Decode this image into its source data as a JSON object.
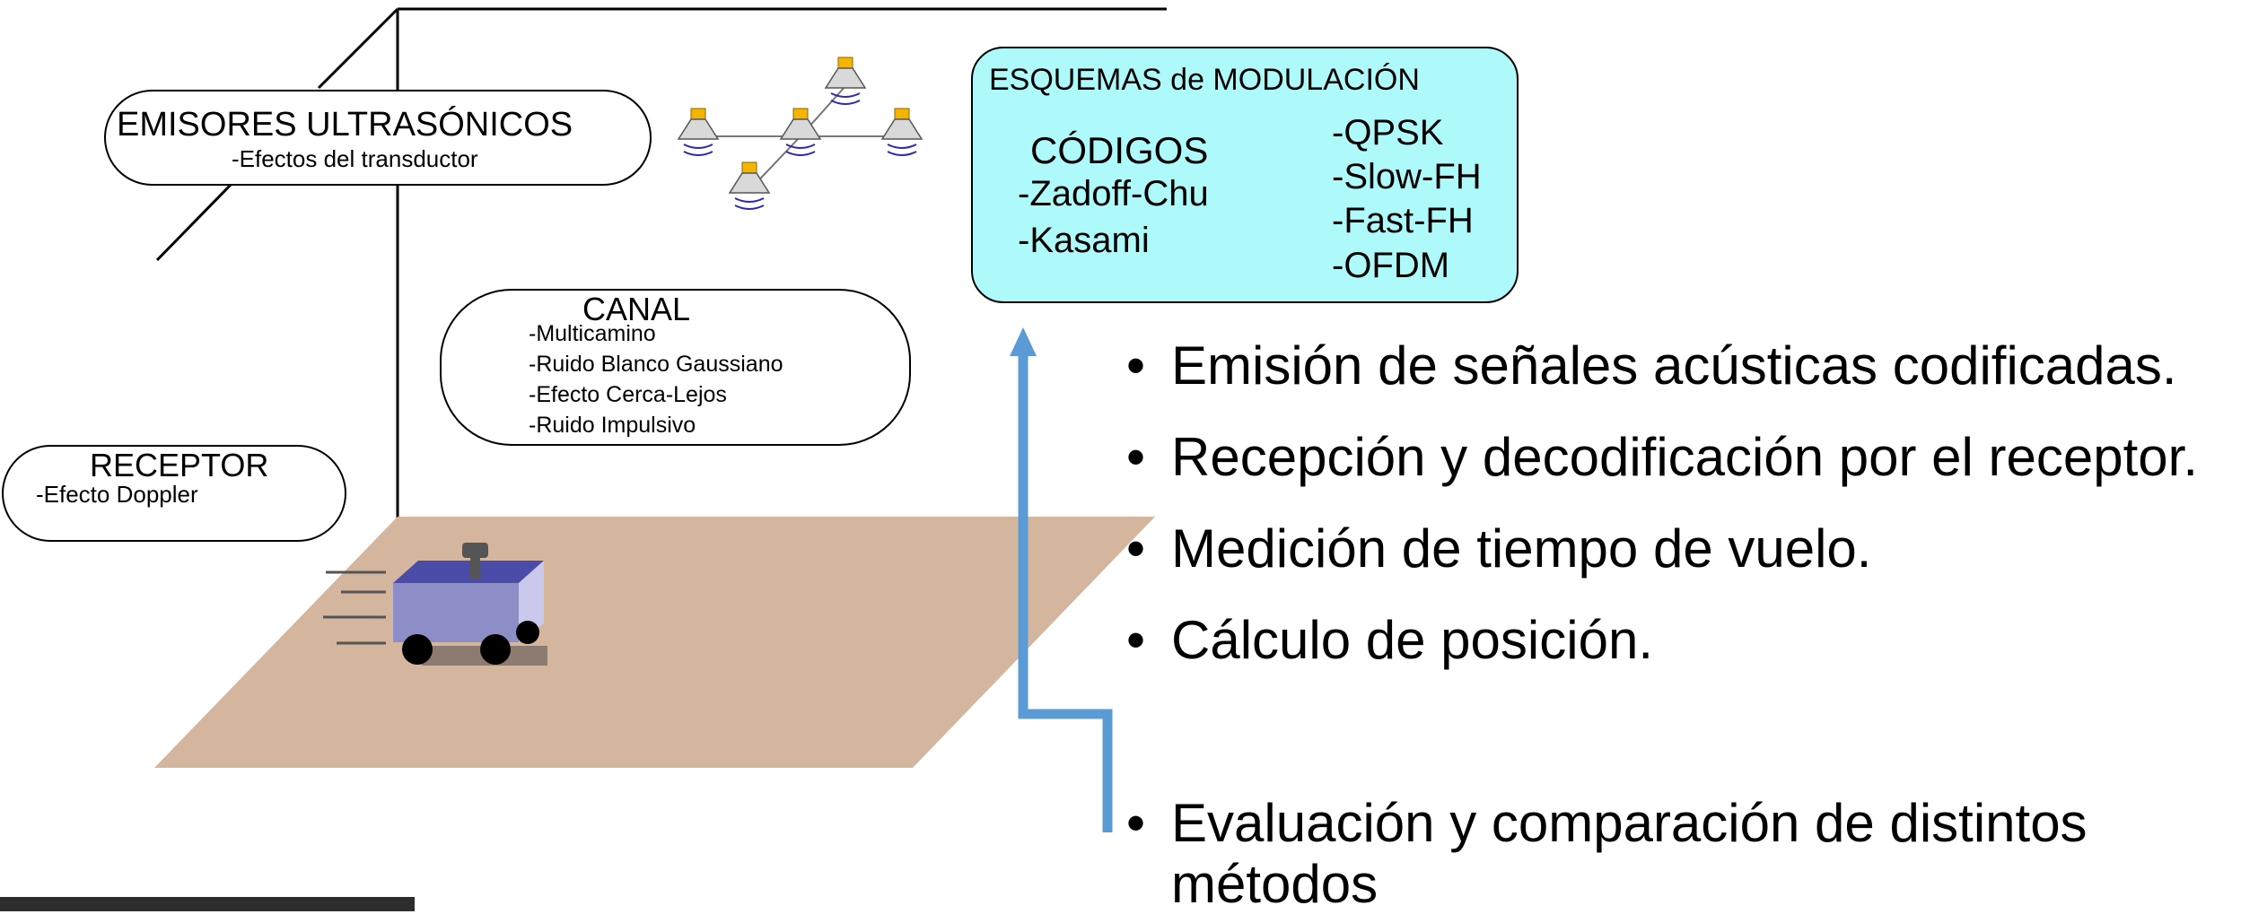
{
  "emisores": {
    "title": "EMISORES ULTRASÓNICOS",
    "subtitle": "-Efectos del transductor"
  },
  "canal": {
    "title": "CANAL",
    "items": [
      "-Multicamino",
      "-Ruido Blanco Gaussiano",
      "-Efecto Cerca-Lejos",
      "-Ruido Impulsivo"
    ]
  },
  "receptor": {
    "title": "RECEPTOR",
    "subtitle": "-Efecto Doppler"
  },
  "modulacion": {
    "title": "ESQUEMAS de MODULACIÓN",
    "codigos_title": "CÓDIGOS",
    "codigos": [
      "-Zadoff-Chu",
      "-Kasami"
    ],
    "schemes": [
      "-QPSK",
      "-Slow-FH",
      "-Fast-FH",
      "-OFDM"
    ]
  },
  "bullets": [
    "Emisión de señales acústicas codificadas.",
    "Recepción y decodificación por el receptor.",
    "Medición de tiempo de vuelo.",
    "Cálculo de posición."
  ],
  "final_bullet": {
    "line1": "Evaluación y comparación de distintos",
    "line2": "métodos"
  },
  "bullet_symbol": "•",
  "colors": {
    "floor": "#d4b59d",
    "robot_top": "#4a4ca8",
    "robot_front": "#8d8ec8",
    "robot_side": "#c9c9ee",
    "box_fill": "#aefafb",
    "arrow": "#5b9bd5",
    "speaker": "#f4b400"
  }
}
